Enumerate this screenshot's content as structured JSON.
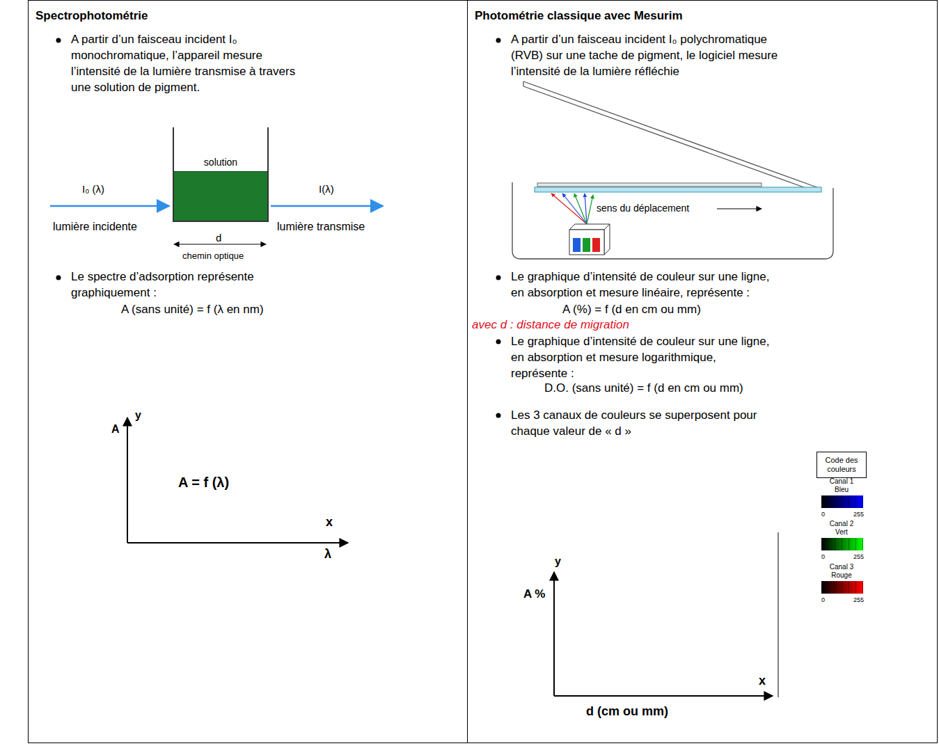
{
  "diagram": {
    "nodes": [
      {
        "text": [
          "Spectrophotométrie"
        ]
      },
      {
        "text": [
          "Photométrie classique avec Mesurim"
        ]
      },
      {
        "text": [
          "solution"
        ],
        "in": 0
      },
      {
        "text": [
          "Code des couleurs"
        ],
        "in": 1
      }
    ],
    "labels": [
      "A partir d’un faisceau incident I₀ monochromatique, l’appareil mesure l’intensité de la lumière transmise à travers une solution de pigment.",
      "I₀ (λ)",
      "lumière incidente",
      "I(λ)",
      "lumière transmise",
      "d",
      "chemin optique",
      "Le spectre d’adsorption représente graphiquement :",
      "A (sans unité) = f (λ en nm)",
      "y",
      "A",
      "A = f (λ)",
      "x",
      "λ",
      "A partir d’un faisceau incident I₀ polychromatique (RVB) sur une tache de pigment, le logiciel mesure l’intensité de la lumière réfléchie",
      "sens du déplacement",
      "Le graphique d’intensité de couleur sur une ligne, en absorption et mesure linéaire, représente :",
      "A (%) = f (d en cm ou mm)",
      "avec d : distance de migration",
      "Le graphique d’intensité de couleur sur une ligne, en absorption et mesure logarithmique, représente :",
      "D.O. (sans unité) = f (d en cm ou mm)",
      "Les 3 canaux de couleurs se superposent pour chaque valeur de « d »",
      "y",
      "A %",
      "x",
      "d (cm ou mm)",
      "0",
      "255",
      "0",
      "255",
      "0",
      "255"
    ],
    "legend": [
      {
        "text": "Canal 1 Bleu",
        "color": "#0000ff"
      },
      {
        "text": "Canal 2 Vert",
        "color": "#00ff00"
      },
      {
        "text": "Canal 3 Rouge",
        "color": "#ff0000"
      }
    ]
  }
}
